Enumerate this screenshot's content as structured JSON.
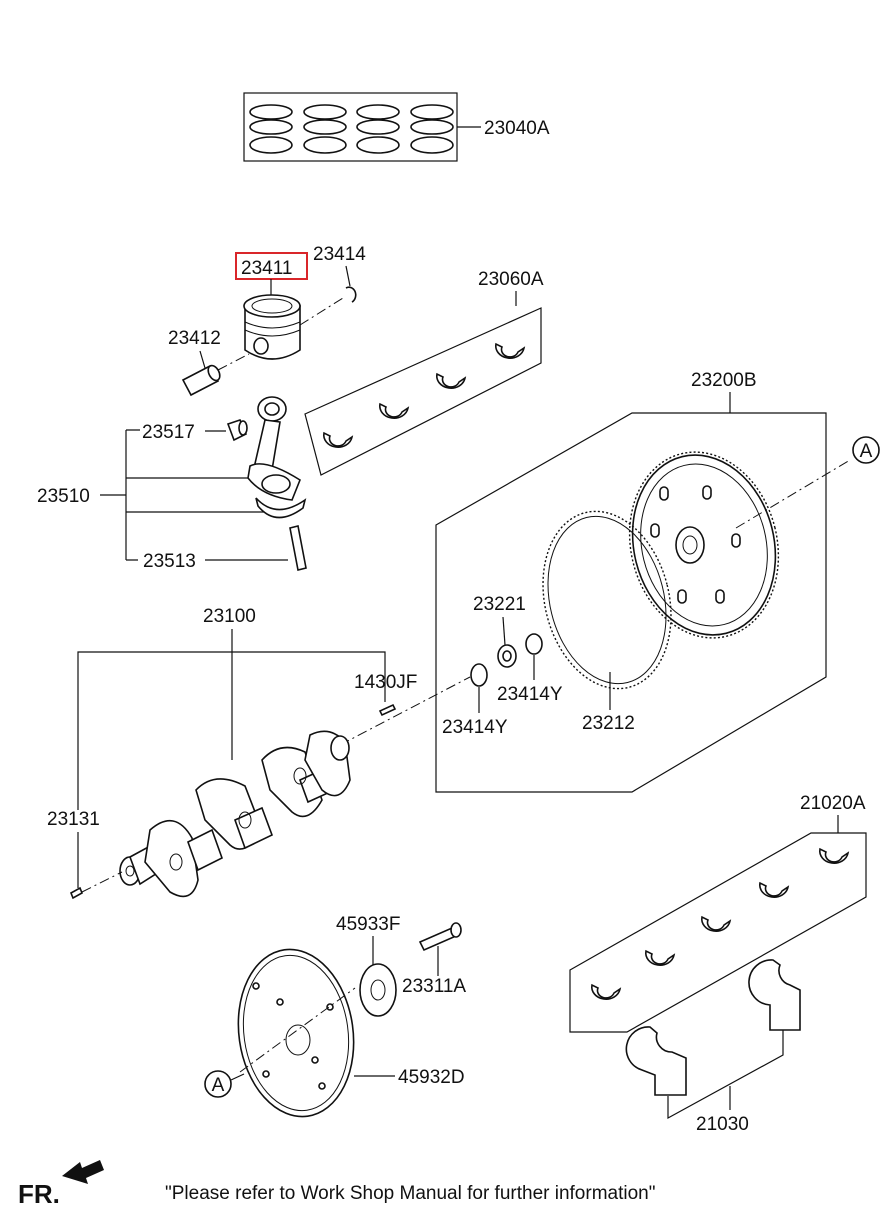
{
  "parts": {
    "p23040A": "23040A",
    "p23411": "23411",
    "p23414": "23414",
    "p23412": "23412",
    "p23060A": "23060A",
    "p23200B": "23200B",
    "p23517": "23517",
    "p23510": "23510",
    "p23513": "23513",
    "p23221": "23221",
    "p23100": "23100",
    "p1430JF": "1430JF",
    "p23414Y_a": "23414Y",
    "p23414Y_b": "23414Y",
    "p23212": "23212",
    "p23131": "23131",
    "p21020A": "21020A",
    "p45933F": "45933F",
    "p23311A": "23311A",
    "p45932D": "45932D",
    "p21030": "21030"
  },
  "refs": {
    "a_top": "A",
    "a_bottom": "A"
  },
  "footer": {
    "fr": "FR.",
    "note": "\"Please refer to Work Shop Manual for further information\""
  },
  "highlight_color": "#d9262a"
}
